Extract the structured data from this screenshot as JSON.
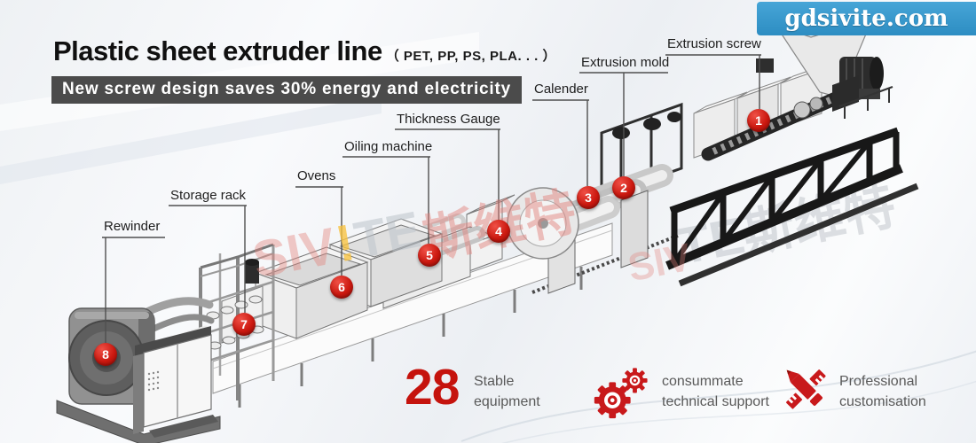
{
  "site_banner": {
    "url": "gdsivite.com"
  },
  "header": {
    "title": "Plastic sheet extruder line",
    "materials": "（ PET, PP, PS, PLA. . . ）",
    "tagline": "New screw design saves 30% energy and electricity"
  },
  "part_labels": [
    {
      "number": "1",
      "text": "Extrusion screw"
    },
    {
      "number": "2",
      "text": "Extrusion mold"
    },
    {
      "number": "3",
      "text": "Calender"
    },
    {
      "number": "4",
      "text": "Thickness Gauge"
    },
    {
      "number": "5",
      "text": "Oiling machine"
    },
    {
      "number": "6",
      "text": "Ovens"
    },
    {
      "number": "7",
      "text": "Storage rack"
    },
    {
      "number": "8",
      "text": "Rewinder"
    }
  ],
  "features": [
    {
      "icon": "",
      "stat": "28",
      "lines": [
        "Stable",
        "equipment"
      ]
    },
    {
      "icon": "gears-icon",
      "lines": [
        "consummate",
        "technical support"
      ]
    },
    {
      "icon": "pencil-ruler-icon",
      "lines": [
        "Professional",
        "customisation"
      ]
    }
  ],
  "watermarks": {
    "center_segments": [
      "SIV",
      "!",
      "TE",
      "斯维特"
    ],
    "right": "TE斯维特",
    "fragment": "SIV"
  },
  "colors": {
    "banner_blue": "#2f93c8",
    "tagline_gray": "#4b4b4b",
    "accent_red": "#c5130d",
    "marker_red": "#cc1910",
    "machine_dark": "#1f1f1f",
    "machine_light": "#ededed"
  }
}
